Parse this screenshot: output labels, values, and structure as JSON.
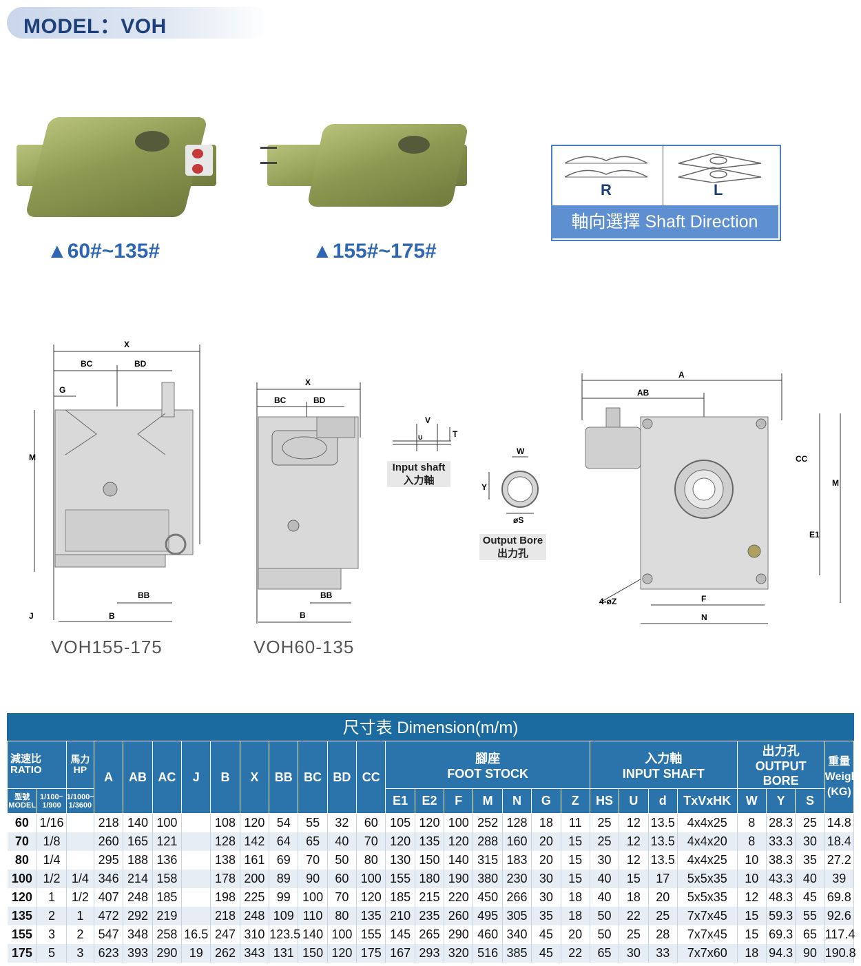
{
  "header": {
    "title": "MODEL：VOH"
  },
  "photos": [
    {
      "label": "▲60#~135#"
    },
    {
      "label": "▲155#~175#"
    }
  ],
  "shaft_direction": {
    "r": "R",
    "l": "L",
    "caption": "軸向選擇  Shaft Direction"
  },
  "drawings": {
    "left_label": "VOH155-175",
    "middle_label": "VOH60-135",
    "input_shaft": [
      "Input shaft",
      "入力軸"
    ],
    "output_bore": [
      "Output Bore",
      "出力孔"
    ],
    "dims_left": {
      "x": "X",
      "bc": "BC",
      "bd": "BD",
      "g": "G",
      "m": "M",
      "bb": "BB",
      "j": "J",
      "b": "B"
    },
    "dims_mid": {
      "x": "X",
      "bc": "BC",
      "bd": "BD",
      "bb": "BB",
      "b": "B"
    },
    "dims_shaft": {
      "v": "V",
      "t": "T",
      "u": "U",
      "w": "W",
      "y": "Y",
      "s": "øS"
    },
    "dims_right": {
      "a": "A",
      "ab": "AB",
      "cc": "CC",
      "e1": "E1",
      "m": "M",
      "f": "F",
      "n": "N",
      "z": "4-øZ"
    }
  },
  "table": {
    "title": "尺寸表  Dimension(m/m)",
    "ratio_label": "減速比 RATIO",
    "hp_label": "馬力 HP",
    "model_label": "型號 MODEL",
    "ratio1": "1/100~ 1/900",
    "ratio2": "1/1000~ 1/3600",
    "simple_cols": [
      "A",
      "AB",
      "AC",
      "J",
      "B",
      "X",
      "BB",
      "BC",
      "BD",
      "CC"
    ],
    "foot_stock": {
      "title1": "腳座",
      "title2": "FOOT STOCK",
      "cols": [
        "E1",
        "E2",
        "F",
        "M",
        "N",
        "G",
        "Z"
      ]
    },
    "input_shaft": {
      "title1": "入力軸",
      "title2": "INPUT SHAFT",
      "cols": [
        "HS",
        "U",
        "d",
        "TxVxHK"
      ]
    },
    "output_bore": {
      "title1": "出力孔",
      "title2": "OUTPUT BORE",
      "cols": [
        "W",
        "Y",
        "S"
      ]
    },
    "weight": {
      "title1": "重量",
      "title2": "Weight",
      "unit": "(KG)"
    },
    "rows": [
      [
        "60",
        "1/16",
        "",
        "218",
        "140",
        "100",
        "",
        "108",
        "120",
        "54",
        "55",
        "32",
        "60",
        "105",
        "120",
        "100",
        "252",
        "128",
        "18",
        "11",
        "25",
        "12",
        "13.5",
        "4x4x25",
        "8",
        "28.3",
        "25",
        "14.8"
      ],
      [
        "70",
        "1/8",
        "",
        "260",
        "165",
        "121",
        "",
        "128",
        "142",
        "64",
        "65",
        "40",
        "70",
        "120",
        "135",
        "120",
        "288",
        "160",
        "20",
        "15",
        "25",
        "12",
        "13.5",
        "4x4x20",
        "8",
        "33.3",
        "30",
        "18.4"
      ],
      [
        "80",
        "1/4",
        "",
        "295",
        "188",
        "136",
        "",
        "138",
        "161",
        "69",
        "70",
        "50",
        "80",
        "130",
        "150",
        "140",
        "315",
        "183",
        "20",
        "15",
        "30",
        "12",
        "13.5",
        "4x4x25",
        "10",
        "38.3",
        "35",
        "27.2"
      ],
      [
        "100",
        "1/2",
        "1/4",
        "346",
        "214",
        "158",
        "",
        "178",
        "200",
        "89",
        "90",
        "60",
        "100",
        "155",
        "180",
        "190",
        "380",
        "230",
        "30",
        "15",
        "40",
        "15",
        "17",
        "5x5x35",
        "10",
        "43.3",
        "40",
        "39"
      ],
      [
        "120",
        "1",
        "1/2",
        "407",
        "248",
        "185",
        "",
        "198",
        "225",
        "99",
        "100",
        "70",
        "120",
        "185",
        "215",
        "220",
        "450",
        "266",
        "30",
        "18",
        "40",
        "18",
        "20",
        "5x5x35",
        "12",
        "48.3",
        "45",
        "69.8"
      ],
      [
        "135",
        "2",
        "1",
        "472",
        "292",
        "219",
        "",
        "218",
        "248",
        "109",
        "110",
        "80",
        "135",
        "210",
        "235",
        "260",
        "495",
        "305",
        "35",
        "18",
        "50",
        "22",
        "25",
        "7x7x45",
        "15",
        "59.3",
        "55",
        "92.6"
      ],
      [
        "155",
        "3",
        "2",
        "547",
        "348",
        "258",
        "16.5",
        "247",
        "310",
        "123.5",
        "140",
        "100",
        "155",
        "145",
        "265",
        "290",
        "460",
        "340",
        "45",
        "20",
        "50",
        "25",
        "28",
        "7x7x45",
        "15",
        "69.3",
        "65",
        "117.4"
      ],
      [
        "175",
        "5",
        "3",
        "623",
        "393",
        "290",
        "19",
        "262",
        "343",
        "131",
        "150",
        "120",
        "175",
        "167",
        "293",
        "320",
        "516",
        "385",
        "45",
        "22",
        "65",
        "30",
        "33",
        "7x7x60",
        "18",
        "94.3",
        "90",
        "190.8"
      ]
    ]
  }
}
